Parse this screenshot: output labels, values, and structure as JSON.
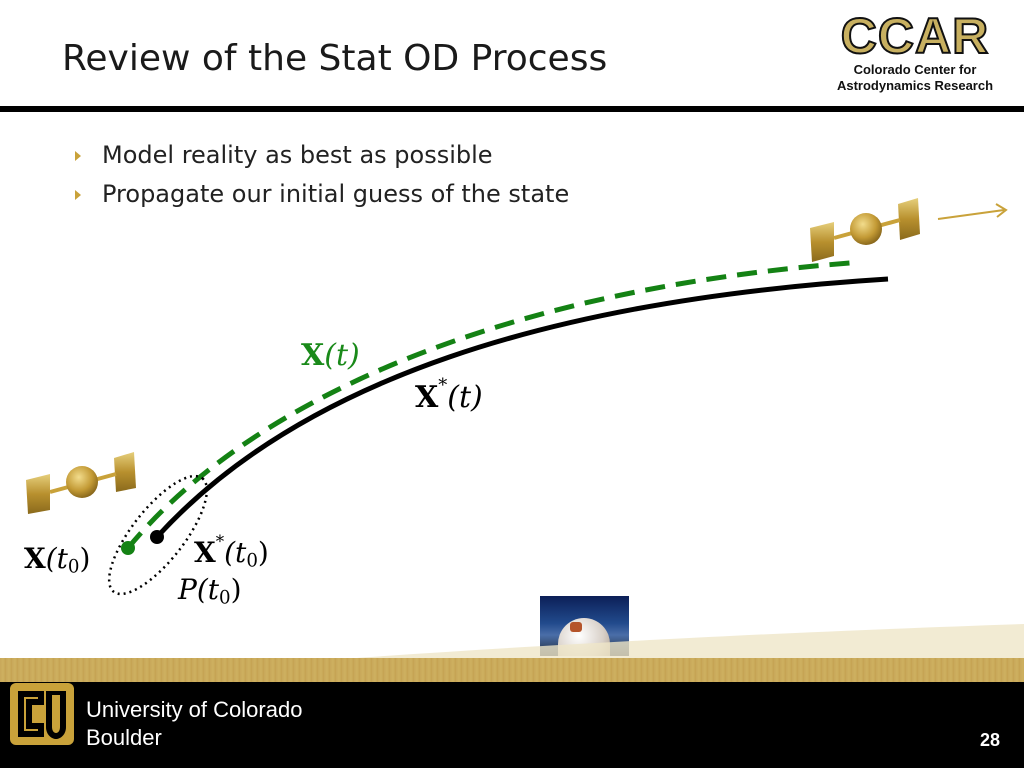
{
  "slide": {
    "title": "Review of the Stat OD Process",
    "page_number": "28"
  },
  "logo": {
    "acronym": "CCAR",
    "line1": "Colorado Center for",
    "line2": "Astrodynamics Research"
  },
  "bullets": [
    "Model reality as best as possible",
    "Propagate our initial guess of the state"
  ],
  "diagram": {
    "true_traj_label": {
      "sym": "X",
      "arg": "(t)"
    },
    "ref_traj_label": {
      "sym": "X",
      "star": "*",
      "arg": "(t)"
    },
    "true_initial_label": {
      "sym": "X",
      "pre": "(t",
      "sub": "0",
      "post": ")"
    },
    "ref_initial_label": {
      "sym": "X",
      "star": "*",
      "pre": "(t",
      "sub": "0",
      "post": ")"
    },
    "covariance_label": {
      "sym": "P",
      "pre": "(t",
      "sub": "0",
      "post": ")"
    },
    "colors": {
      "true_traj": "#148214",
      "ref_traj": "#000000",
      "covariance": "#000000",
      "satellite": "#c9a23a"
    }
  },
  "footer": {
    "university_line1": "University of Colorado",
    "university_line2": "Boulder",
    "accent_color": "#c8a85a"
  }
}
